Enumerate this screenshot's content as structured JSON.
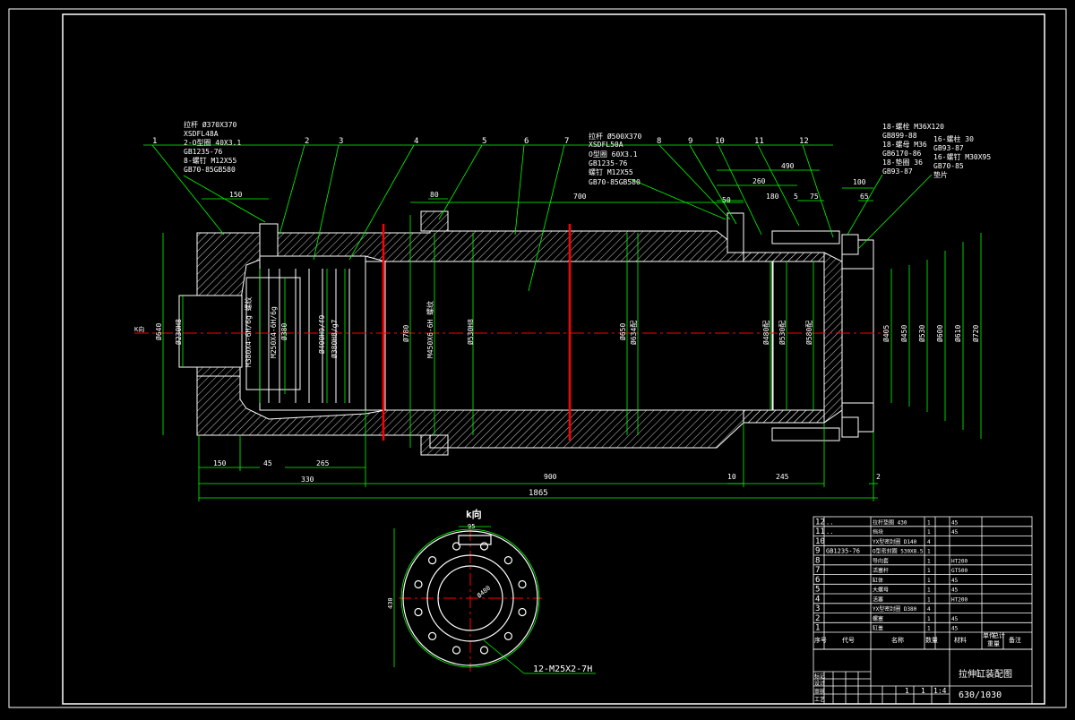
{
  "colors": {
    "background": "#000000",
    "outline": "#ffffff",
    "dimension": "#00ff00",
    "centerline": "#ff0000",
    "hatch": "#ffffff"
  },
  "balloons": [
    "1",
    "2",
    "3",
    "4",
    "5",
    "6",
    "7",
    "8",
    "9",
    "10",
    "11",
    "12"
  ],
  "notes": {
    "left_group": [
      "拉杆 Ø370X370",
      "XSDFL48A",
      "2-O型圈 40X3.1",
      "GB1235-76",
      "8-螺钉 M12X55",
      "GB70-85GB580"
    ],
    "mid_group": [
      "拉杆 Ø500X370",
      "XSDFL50A",
      "O型圈 60X3.1",
      "GB1235-76",
      "螺钉 M12X55",
      "GB70-85GB580"
    ],
    "right_group": [
      "18-螺栓 M36X120",
      "GB899-88",
      "18-螺母 M36",
      "GB6170-86",
      "18-垫圈 36",
      "GB93-87"
    ],
    "right_group2": [
      "16-螺柱 30",
      "GB93-87",
      "16-螺钉 M30X95",
      "GB70-85",
      "垫片"
    ]
  },
  "dims": {
    "d150_top": "150",
    "d80": "80",
    "d700": "700",
    "d490": "490",
    "d260": "260",
    "d180": "180",
    "d50": "50",
    "d5": "5",
    "d75": "75",
    "d100": "100",
    "d65": "65",
    "d150_bot": "150",
    "d45": "45",
    "d265": "265",
    "d330": "330",
    "d900": "900",
    "d10": "10",
    "d245": "245",
    "d2": "2",
    "d1865": "1865",
    "phi640": "Ø640",
    "phi230": "Ø230H8",
    "thread_m380": "M380X4-6H/6g 螺纹",
    "thread_m250": "M250X4-6H/6g",
    "phi380": "Ø380",
    "phi400": "Ø400H9/f9",
    "phi380h8": "Ø380H8/g7",
    "phi780": "Ø780",
    "phi450": "M450X6-6H 螺纹",
    "phi530": "Ø530H8",
    "phi650": "Ø650",
    "phi634": "Ø634配",
    "phi480": "Ø480配",
    "phi530b": "Ø530配",
    "phi580": "Ø580配",
    "phi405": "Ø405",
    "phi450b": "Ø450",
    "phi530c": "Ø530",
    "phi600": "Ø600",
    "phi610": "Ø610",
    "phi720": "Ø720",
    "k_arrow": "K向"
  },
  "k_view": {
    "title": "k向",
    "top_dim": "95",
    "side_dim": "430",
    "inner": "Ø480",
    "thread_note": "12-M25X2-7H"
  },
  "bom": [
    {
      "no": "12",
      "code": "..",
      "name": "拉杆垫圈 430",
      "qty": "1",
      "mat": "45"
    },
    {
      "no": "11",
      "code": "..",
      "name": "挡块",
      "qty": "1",
      "mat": "45"
    },
    {
      "no": "10",
      "code": "",
      "name": "YX型密封圈 D140",
      "qty": "4",
      "mat": ""
    },
    {
      "no": "9",
      "code": "GB1235-76",
      "name": "O型密封圈 530X8.5",
      "qty": "1",
      "mat": ""
    },
    {
      "no": "8",
      "code": "",
      "name": "导向套",
      "qty": "1",
      "mat": "HT200"
    },
    {
      "no": "7",
      "code": "",
      "name": "活塞杆",
      "qty": "1",
      "mat": "GT500"
    },
    {
      "no": "6",
      "code": "",
      "name": "缸体",
      "qty": "1",
      "mat": "45"
    },
    {
      "no": "5",
      "code": "",
      "name": "大螺母",
      "qty": "1",
      "mat": "45"
    },
    {
      "no": "4",
      "code": "",
      "name": "活塞",
      "qty": "1",
      "mat": "HT200"
    },
    {
      "no": "3",
      "code": "",
      "name": "YX型密封圈 D380",
      "qty": "4",
      "mat": ""
    },
    {
      "no": "2",
      "code": "",
      "name": "螺塞",
      "qty": "1",
      "mat": "45"
    },
    {
      "no": "1",
      "code": "",
      "name": "缸盖",
      "qty": "1",
      "mat": "45"
    }
  ],
  "bom_header": {
    "no": "序号",
    "code": "代号",
    "name": "名称",
    "qty": "数量",
    "mat": "材料",
    "weight": "单件",
    "total": "总计",
    "remark": "备注",
    "weight_group": "重量"
  },
  "title_block": {
    "drawing_name": "拉伸缸装配图",
    "drawing_no": "630/1030",
    "scale": "1:4",
    "sheet_a": "1",
    "sheet_b": "1",
    "row_labels": [
      "标记",
      "设计",
      "审核",
      "工艺"
    ]
  }
}
